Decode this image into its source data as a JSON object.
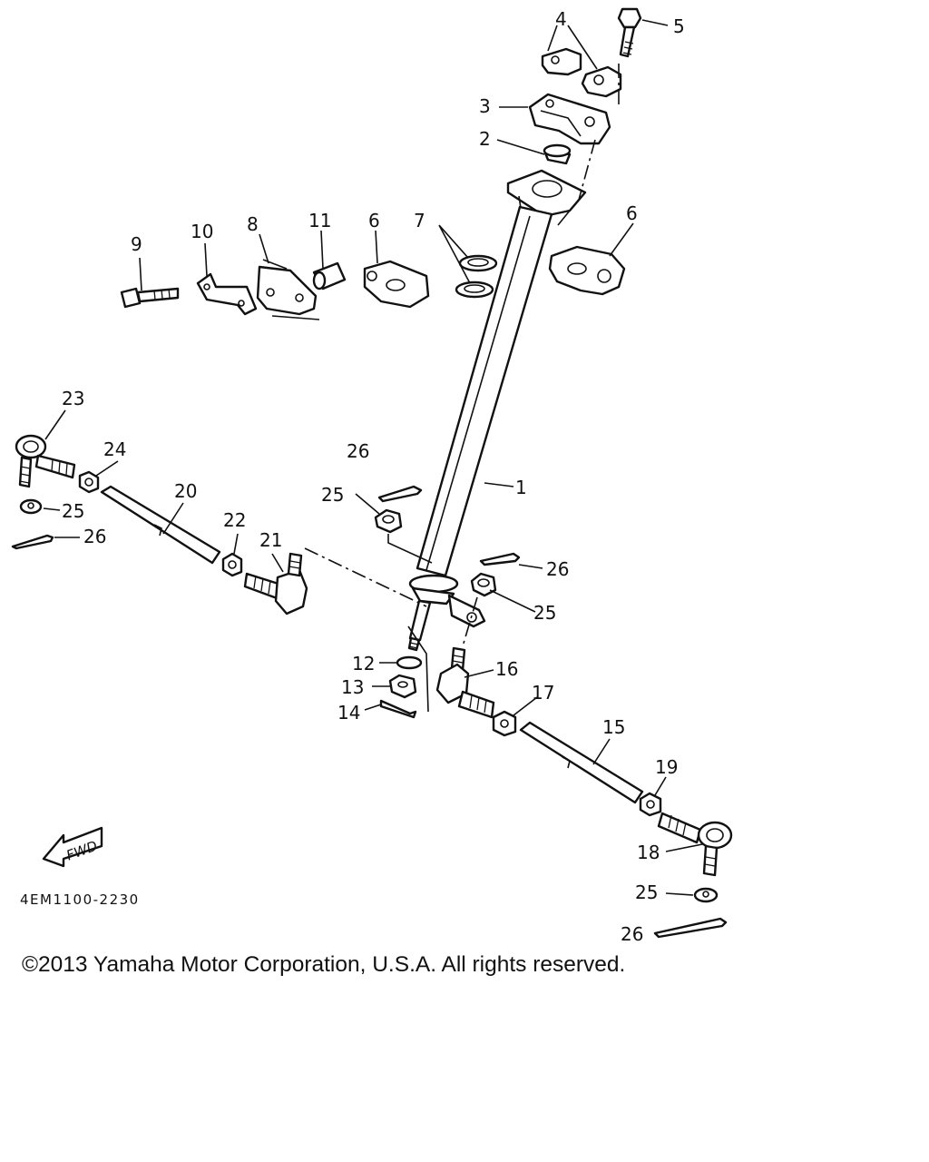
{
  "diagram": {
    "part_numbers": [
      "1",
      "2",
      "3",
      "4",
      "5",
      "6",
      "6",
      "7",
      "8",
      "9",
      "10",
      "11",
      "12",
      "13",
      "14",
      "15",
      "16",
      "17",
      "18",
      "19",
      "20",
      "21",
      "22",
      "23",
      "24",
      "25",
      "25",
      "25",
      "25",
      "26",
      "26",
      "26",
      "26"
    ],
    "fwd_label": "FWD",
    "drawing_code": "4EM1100-2230"
  },
  "footer": {
    "copyright": "©2013 Yamaha Motor Corporation, U.S.A. All rights reserved."
  }
}
